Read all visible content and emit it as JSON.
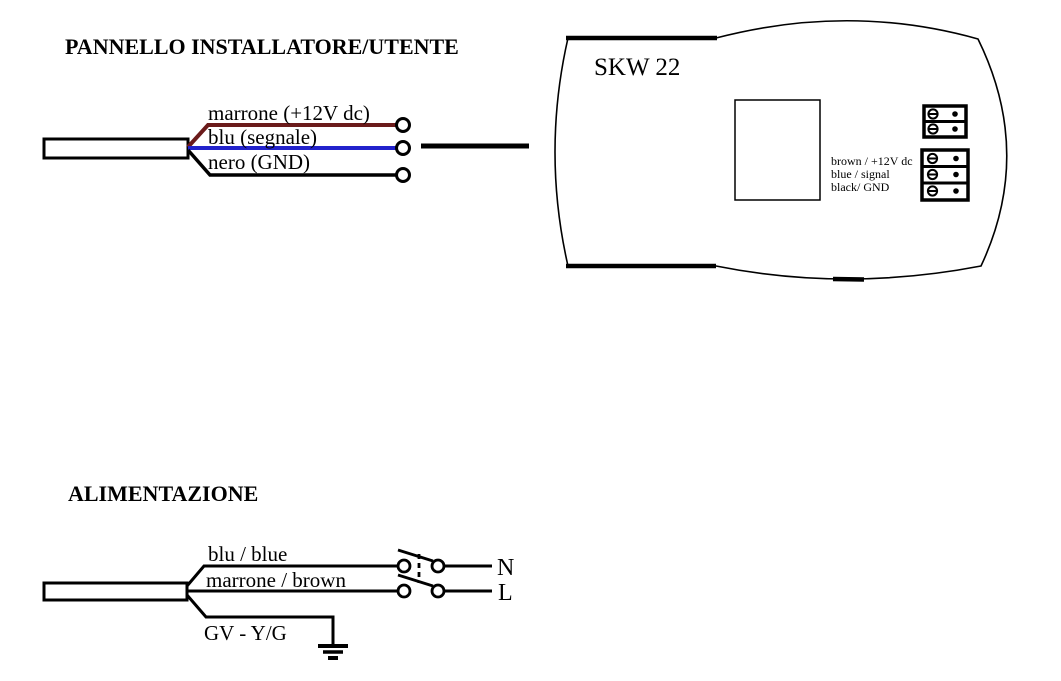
{
  "panel_section": {
    "title": "PANNELLO INSTALLATORE/UTENTE",
    "wires": [
      {
        "label": "marrone (+12V dc)",
        "color": "#6b1b1b"
      },
      {
        "label": "blu (segnale)",
        "color": "#2222cc"
      },
      {
        "label": "nero (GND)",
        "color": "#000000"
      }
    ]
  },
  "device": {
    "model": "SKW 22",
    "terminal_labels": [
      "brown / +12V dc",
      "blue / signal",
      "black/ GND"
    ]
  },
  "power_section": {
    "title": "ALIMENTAZIONE",
    "wires": [
      {
        "label": "blu / blue"
      },
      {
        "label": "marrone / brown"
      },
      {
        "label": "GV - Y/G"
      }
    ],
    "terminal_n": "N",
    "terminal_l": "L"
  }
}
